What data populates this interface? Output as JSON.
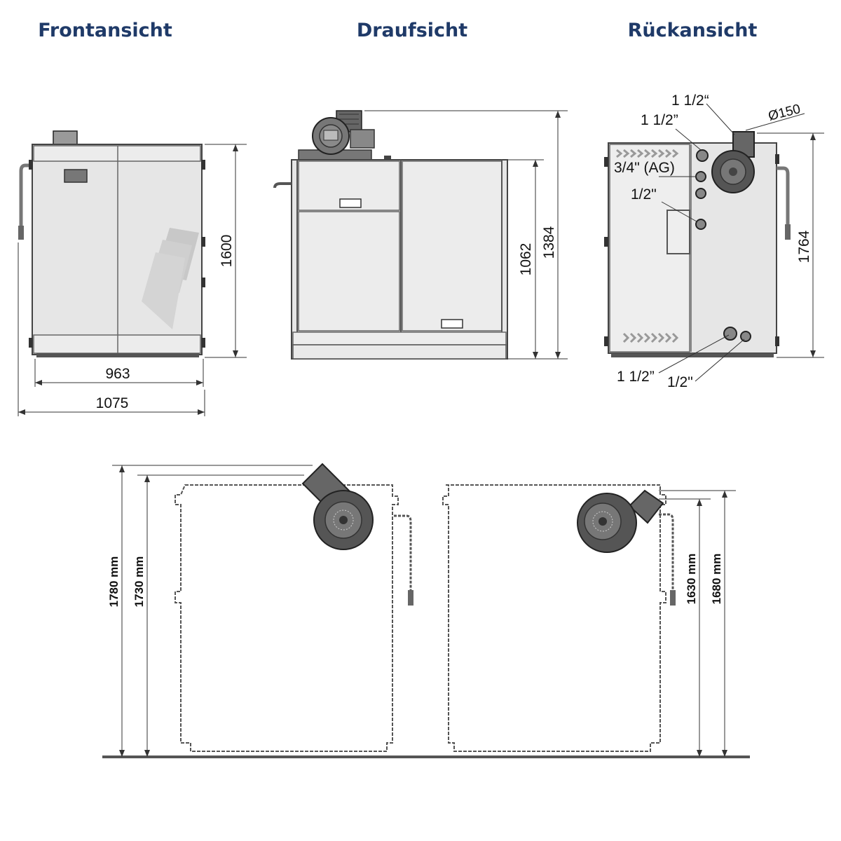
{
  "headings": {
    "front": "Frontansicht",
    "top": "Draufsicht",
    "back": "Rückansicht"
  },
  "front_view": {
    "height_dim": "1600",
    "width_inner_dim": "963",
    "width_outer_dim": "1075"
  },
  "top_view": {
    "height_body_dim": "1062",
    "height_total_dim": "1384"
  },
  "back_view": {
    "conn_top_1": "1 1/2“",
    "conn_top_2": "1 1/2”",
    "flue_diameter": "Ø150",
    "conn_mid_1": "3/4\" (AG)",
    "conn_mid_2": "1/2\"",
    "height_dim": "1764",
    "conn_bottom_1": "1 1/2”",
    "conn_bottom_2": "1/2\""
  },
  "installation_left": {
    "dim_outer": "1780 mm",
    "dim_inner": "1730 mm"
  },
  "installation_right": {
    "dim_inner": "1630 mm",
    "dim_outer": "1680 mm"
  },
  "colors": {
    "heading": "#1f3a68",
    "body": "#e6e6e6",
    "fan": "#555555"
  }
}
